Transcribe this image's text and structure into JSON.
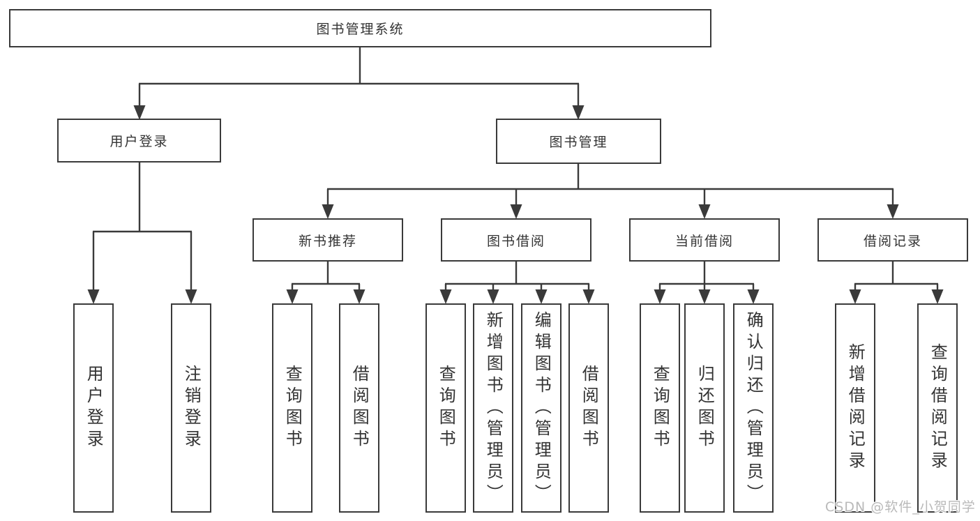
{
  "diagram": {
    "watermark": "CSDN @软件_小贺同学",
    "colors": {
      "background": "#ffffff",
      "line": "#3a3a3a",
      "border": "#3a3a3a",
      "text": "#333333",
      "watermark_text": "#b9b9b9"
    },
    "tree": {
      "root": {
        "label": "图书管理系统"
      },
      "children": [
        {
          "label": "用户登录",
          "children": [
            {
              "label": "用户登录"
            },
            {
              "label": "注销登录"
            }
          ]
        },
        {
          "label": "图书管理",
          "children": [
            {
              "label": "新书推荐",
              "children": [
                {
                  "label": "查询图书"
                },
                {
                  "label": "借阅图书"
                }
              ]
            },
            {
              "label": "图书借阅",
              "children": [
                {
                  "label": "查询图书"
                },
                {
                  "label": "新增图书（管理员）"
                },
                {
                  "label": "编辑图书（管理员）"
                },
                {
                  "label": "借阅图书"
                }
              ]
            },
            {
              "label": "当前借阅",
              "children": [
                {
                  "label": "查询图书"
                },
                {
                  "label": "归还图书"
                },
                {
                  "label": "确认归还（管理员）"
                }
              ]
            },
            {
              "label": "借阅记录",
              "children": [
                {
                  "label": "新增借阅记录"
                },
                {
                  "label": "查询借阅记录"
                }
              ]
            }
          ]
        }
      ]
    }
  }
}
